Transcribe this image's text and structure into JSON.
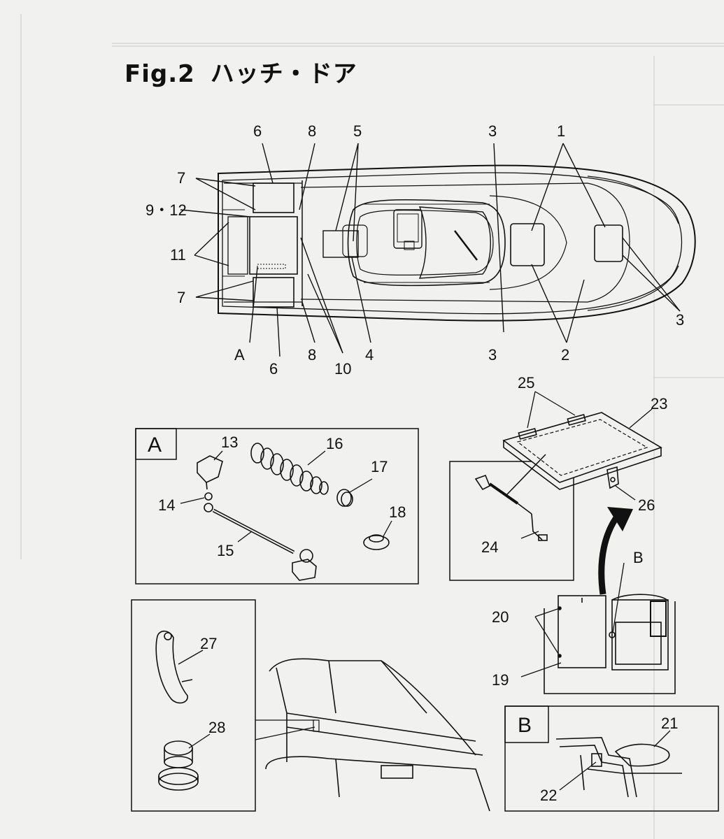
{
  "title": {
    "fig": "Fig.2",
    "text": "ハッチ・ドア"
  },
  "boat_labels": {
    "p1": "1",
    "p2": "2",
    "p3a": "3",
    "p3b": "3",
    "p3c": "3",
    "p4": "4",
    "p5": "5",
    "p6a": "6",
    "p6b": "6",
    "p7a": "7",
    "p7b": "7",
    "p8a": "8",
    "p8b": "8",
    "p9_12": "9・12",
    "p10": "10",
    "p11": "11",
    "pA": "A"
  },
  "detail_a": {
    "box_label": "A",
    "p13": "13",
    "p14": "14",
    "p15": "15",
    "p16": "16",
    "p17": "17",
    "p18": "18"
  },
  "hatch_detail": {
    "p23": "23",
    "p24": "24",
    "p25": "25",
    "p26": "26"
  },
  "door_detail": {
    "p19": "19",
    "p20": "20",
    "pB": "B"
  },
  "detail_b": {
    "box_label": "B",
    "p21": "21",
    "p22": "22"
  },
  "cabin_detail": {
    "p27": "27",
    "p28": "28"
  }
}
